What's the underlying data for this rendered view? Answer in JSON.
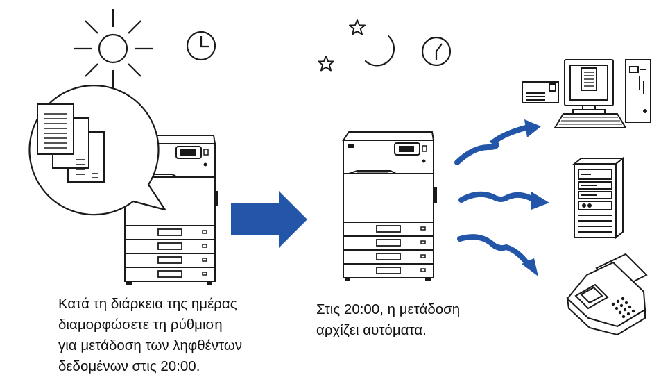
{
  "captions": {
    "day": {
      "line1": "Κατά τη διάρκεια της ημέρας",
      "line2": "διαμορφώσετε τη ρύθμιση",
      "line3": "για μετάδοση των ληφθέντων",
      "line4": "δεδομένων στις 20:00."
    },
    "night": {
      "line1": "Στις 20:00, η μετάδοση",
      "line2": "αρχίζει αυτόματα."
    }
  },
  "colors": {
    "accent_blue": "#2356a8",
    "line": "#1a1a1a",
    "background": "#ffffff"
  },
  "icons": {
    "day": [
      "sun-icon",
      "clock-icon"
    ],
    "night": [
      "star-icon",
      "star-icon",
      "moon-icon",
      "clock-icon"
    ],
    "destinations": [
      "computer-icon",
      "server-icon",
      "fax-icon"
    ]
  }
}
